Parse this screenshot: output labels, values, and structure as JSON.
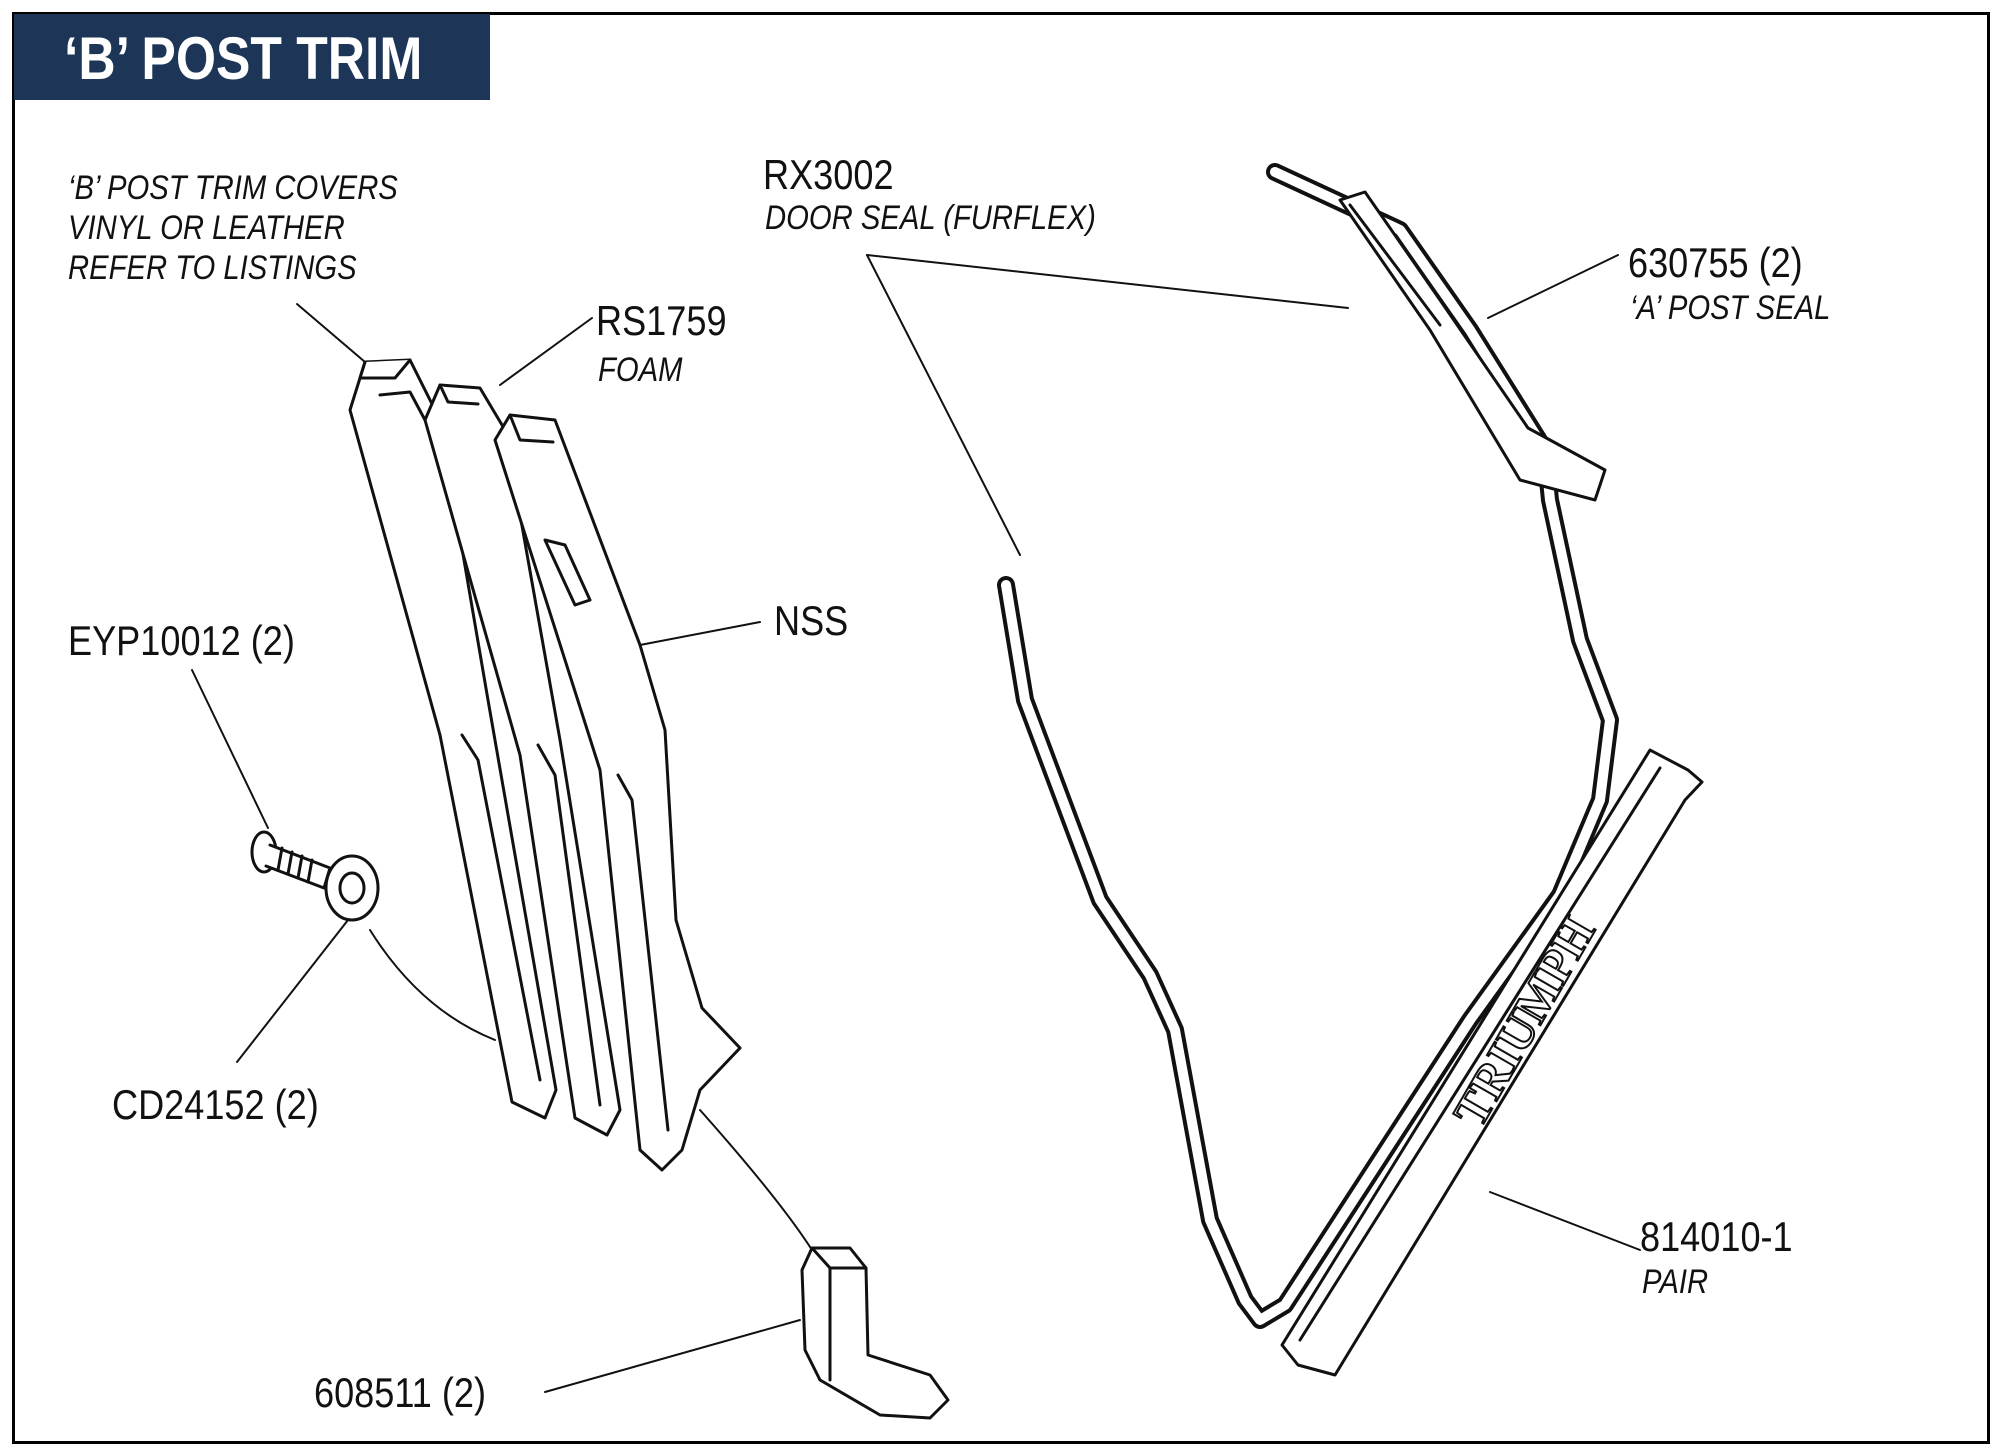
{
  "title": "‘B’ POST TRIM",
  "colors": {
    "title_bg": "#1d3557",
    "title_text": "#ffffff",
    "line": "#111111"
  },
  "labels": {
    "trim_covers": {
      "line1": "‘B’ POST TRIM COVERS",
      "line2": "VINYL OR LEATHER",
      "line3": "REFER TO LISTINGS"
    },
    "rs1759": {
      "part": "RS1759",
      "desc": "FOAM"
    },
    "nss": {
      "part": "NSS"
    },
    "eyp10012": {
      "part": "EYP10012 (2)"
    },
    "cd24152": {
      "part": "CD24152 (2)"
    },
    "p608511": {
      "part": "608511 (2)"
    },
    "rx3002": {
      "part": "RX3002",
      "desc": "DOOR SEAL (FURFLEX)"
    },
    "p630755": {
      "part": "630755 (2)",
      "desc": "‘A’ POST SEAL"
    },
    "p814010": {
      "part": "814010-1",
      "desc": "PAIR"
    },
    "sill_logo": "TRIUMPH"
  }
}
